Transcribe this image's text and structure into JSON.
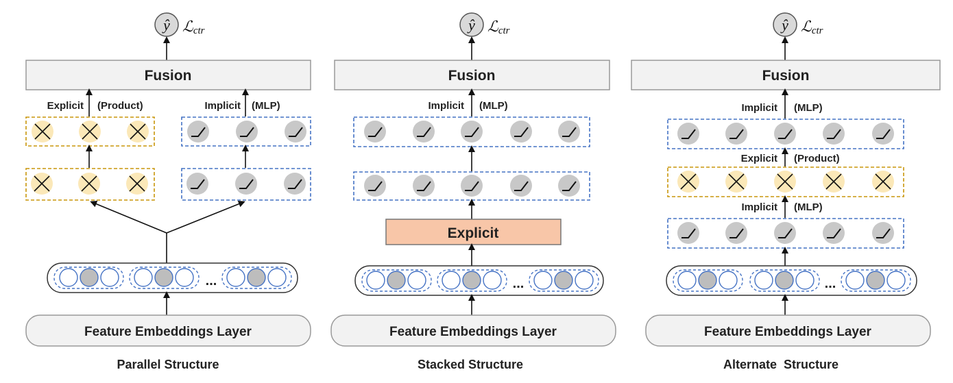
{
  "output": {
    "symbol": "ŷ",
    "loss_main": "ℒ",
    "loss_sub": "ctr"
  },
  "labels": {
    "fusion": "Fusion",
    "explicit": "Explicit",
    "implicit": "Implicit",
    "product": "(Product)",
    "mlp": "(MLP)",
    "ellipsis": "...",
    "feature_layer": "Feature Embeddings Layer"
  },
  "panels": [
    {
      "caption": "Parallel Structure"
    },
    {
      "caption": "Stacked Structure",
      "explicit_block": "Explicit"
    },
    {
      "caption": "Alternate  Structure"
    }
  ],
  "colors": {
    "explicit_border": "#c8960a",
    "explicit_fill": "#fbe8b8",
    "implicit_border": "#4472c4",
    "neuron_fill": "#c8c8c8",
    "explicit_block_fill": "#f8c6a8",
    "box_fill": "#f2f2f2",
    "box_stroke": "#999999"
  }
}
